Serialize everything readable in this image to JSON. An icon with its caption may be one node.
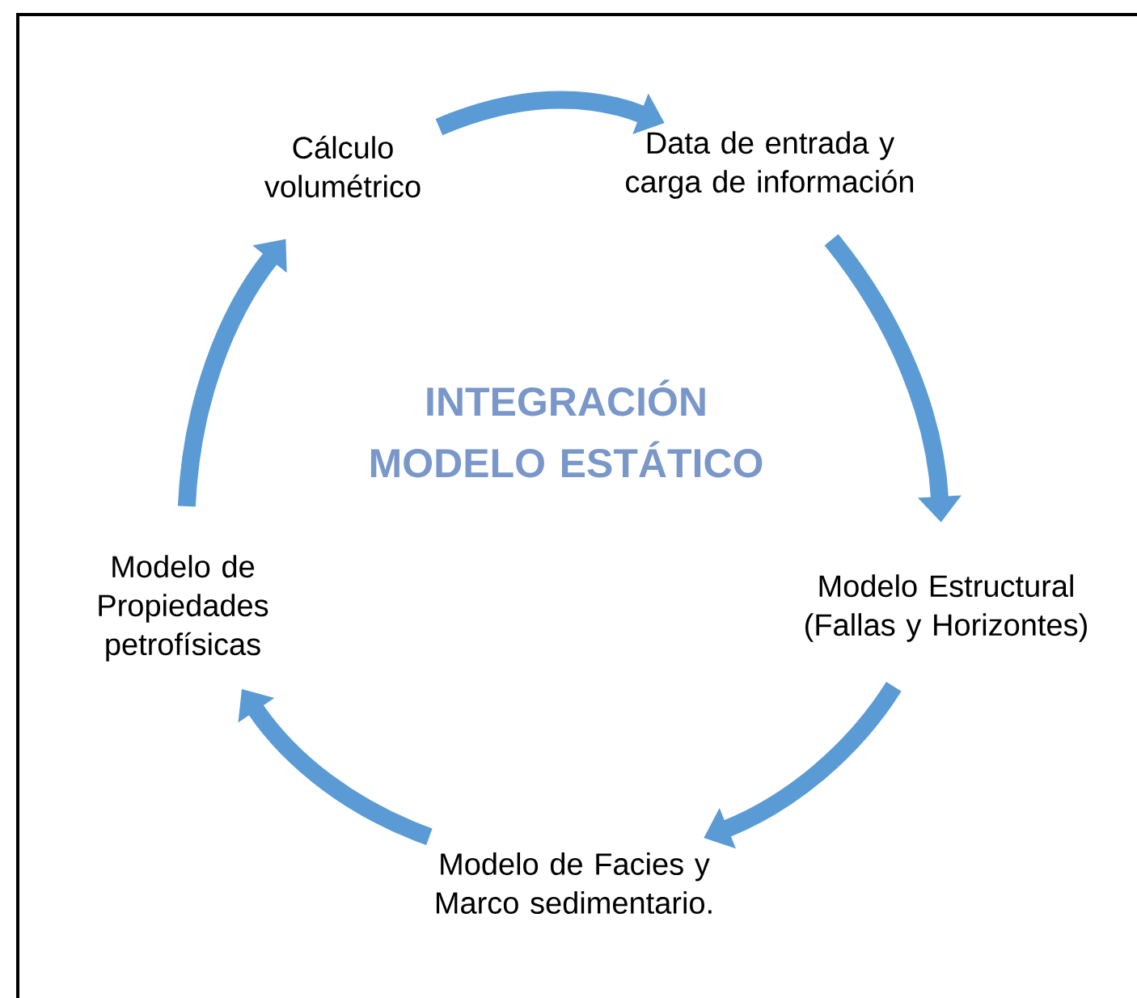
{
  "diagram": {
    "nodes": [
      {
        "text": [
          "Cálculo volumétrico"
        ]
      },
      {
        "text": [
          "Data de entrada y carga de información"
        ]
      },
      {
        "text": [
          "Modelo Estructural (Fallas y Horizontes)"
        ]
      },
      {
        "text": [
          "Modelo de Facies y Marco sedimentario."
        ]
      },
      {
        "text": [
          "Modelo de Propiedades petrofísicas"
        ]
      }
    ],
    "edges": [
      {
        "from": 0,
        "to": 1,
        "arrow": "to"
      },
      {
        "from": 1,
        "to": 2,
        "arrow": "to"
      },
      {
        "from": 2,
        "to": 3,
        "arrow": "to"
      },
      {
        "from": 3,
        "to": 4,
        "arrow": "to"
      },
      {
        "from": 4,
        "to": 0,
        "arrow": "to"
      }
    ],
    "labels": [
      "INTEGRACIÓN MODELO ESTÁTICO"
    ]
  }
}
